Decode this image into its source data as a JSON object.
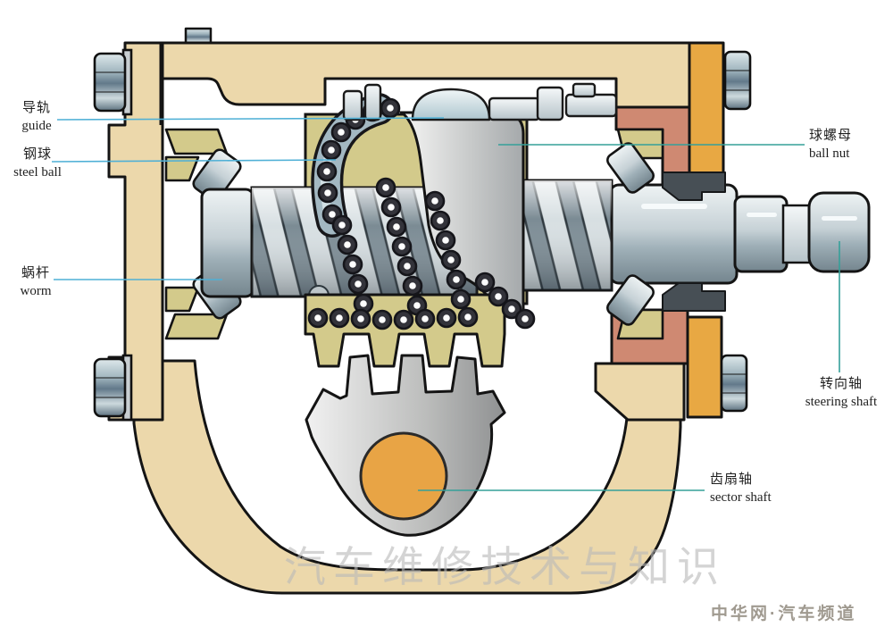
{
  "labels": {
    "guide": {
      "zh": "导轨",
      "en": "guide"
    },
    "steel_ball": {
      "zh": "钢球",
      "en": "steel ball"
    },
    "worm": {
      "zh": "蜗杆",
      "en": "worm"
    },
    "ball_nut": {
      "zh": "球螺母",
      "en": "ball nut"
    },
    "steering_shaft": {
      "zh": "转向轴",
      "en": "steering shaft"
    },
    "sector_shaft": {
      "zh": "齿扇轴",
      "en": "sector shaft"
    }
  },
  "watermark": "汽车维修技术与知识",
  "footer": "中华网·汽车频道",
  "colors": {
    "housing_cream": "#ecd8ab",
    "nut_olive": "#d3ca8b",
    "seal_salmon": "#cf8972",
    "cover_orange": "#e8a843",
    "sector_shaft_orange": "#e8a445",
    "steel_light": "#c6d1d6",
    "ball_dark": "#33333a",
    "leader_blue": "#4fb0d6",
    "leader_teal": "#35a099",
    "watermark_gray": "#b9b9b9",
    "footer_gray": "#a09a90"
  }
}
